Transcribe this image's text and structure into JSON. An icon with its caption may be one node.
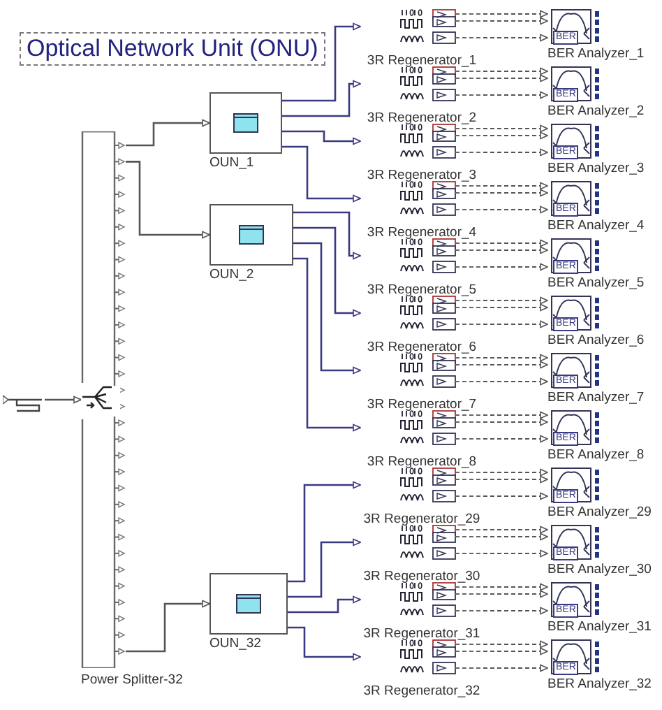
{
  "diagram": {
    "title": "Optical Network Unit (ONU)",
    "nodes": [
      {
        "text": [],
        "shape": "picture"
      },
      {
        "text": [],
        "shape": "bar",
        "beside": [
          "Power Splitter-32"
        ]
      },
      {
        "text": [
          "OUN_1"
        ]
      },
      {
        "text": [
          "OUN_2"
        ]
      },
      {
        "text": [
          "OUN_32"
        ]
      },
      {
        "text": [
          "3R Regenerator_1"
        ]
      },
      {
        "text": [
          "3R Regenerator_2"
        ]
      },
      {
        "text": [
          "3R Regenerator_3"
        ]
      },
      {
        "text": [
          "3R Regenerator_4"
        ]
      },
      {
        "text": [
          "3R Regenerator_5"
        ]
      },
      {
        "text": [
          "3R Regenerator_6"
        ]
      },
      {
        "text": [
          "3R Regenerator_7"
        ]
      },
      {
        "text": [
          "3R Regenerator_8"
        ]
      },
      {
        "text": [
          "3R Regenerator_29"
        ]
      },
      {
        "text": [
          "3R Regenerator_30"
        ]
      },
      {
        "text": [
          "3R Regenerator_31"
        ]
      },
      {
        "text": [
          "3R Regenerator_32"
        ]
      },
      {
        "text": [
          "BER",
          "BER Analyzer_1"
        ]
      },
      {
        "text": [
          "BER",
          "BER Analyzer_2"
        ]
      },
      {
        "text": [
          "BER",
          "BER Analyzer_3"
        ]
      },
      {
        "text": [
          "BER",
          "BER Analyzer_4"
        ]
      },
      {
        "text": [
          "BER",
          "BER Analyzer_5"
        ]
      },
      {
        "text": [
          "BER",
          "BER Analyzer_6"
        ]
      },
      {
        "text": [
          "BER",
          "BER Analyzer_7"
        ]
      },
      {
        "text": [
          "BER",
          "BER Analyzer_8"
        ]
      },
      {
        "text": [
          "BER",
          "BER Analyzer_29"
        ]
      },
      {
        "text": [
          "BER",
          "BER Analyzer_30"
        ]
      },
      {
        "text": [
          "BER",
          "BER Analyzer_31"
        ]
      },
      {
        "text": [
          "BER",
          "BER Analyzer_32"
        ]
      }
    ],
    "edges": [
      {
        "from": 0,
        "to": 1,
        "arrow": "to"
      },
      {
        "from": 1,
        "to": 2,
        "arrow": "to"
      },
      {
        "from": 1,
        "to": 3,
        "arrow": "to"
      },
      {
        "from": 1,
        "to": 4,
        "arrow": "to"
      },
      {
        "from": 2,
        "to": 5,
        "arrow": "to",
        "color": "#3a3a80"
      },
      {
        "from": 2,
        "to": 6,
        "arrow": "to",
        "color": "#3a3a80"
      },
      {
        "from": 2,
        "to": 7,
        "arrow": "to",
        "color": "#3a3a80"
      },
      {
        "from": 2,
        "to": 8,
        "arrow": "to",
        "color": "#3a3a80"
      },
      {
        "from": 3,
        "to": 9,
        "arrow": "to",
        "color": "#3a3a80"
      },
      {
        "from": 3,
        "to": 10,
        "arrow": "to",
        "color": "#3a3a80"
      },
      {
        "from": 3,
        "to": 11,
        "arrow": "to",
        "color": "#3a3a80"
      },
      {
        "from": 3,
        "to": 12,
        "arrow": "to",
        "color": "#3a3a80"
      },
      {
        "from": 4,
        "to": 13,
        "arrow": "to",
        "color": "#3a3a80"
      },
      {
        "from": 4,
        "to": 14,
        "arrow": "to",
        "color": "#3a3a80"
      },
      {
        "from": 4,
        "to": 15,
        "arrow": "to",
        "color": "#3a3a80"
      },
      {
        "from": 4,
        "to": 16,
        "arrow": "to",
        "color": "#3a3a80"
      },
      {
        "from": 5,
        "to": 17,
        "arrow": "to",
        "style": "dashed"
      },
      {
        "from": 5,
        "to": 17,
        "arrow": "to",
        "style": "dashed"
      },
      {
        "from": 5,
        "to": 17,
        "arrow": "to",
        "style": "dashed"
      },
      {
        "from": 6,
        "to": 18,
        "arrow": "to",
        "style": "dashed"
      },
      {
        "from": 6,
        "to": 18,
        "arrow": "to",
        "style": "dashed"
      },
      {
        "from": 6,
        "to": 18,
        "arrow": "to",
        "style": "dashed"
      },
      {
        "from": 7,
        "to": 19,
        "arrow": "to",
        "style": "dashed"
      },
      {
        "from": 7,
        "to": 19,
        "arrow": "to",
        "style": "dashed"
      },
      {
        "from": 7,
        "to": 19,
        "arrow": "to",
        "style": "dashed"
      },
      {
        "from": 8,
        "to": 20,
        "arrow": "to",
        "style": "dashed"
      },
      {
        "from": 8,
        "to": 20,
        "arrow": "to",
        "style": "dashed"
      },
      {
        "from": 8,
        "to": 20,
        "arrow": "to",
        "style": "dashed"
      },
      {
        "from": 9,
        "to": 21,
        "arrow": "to",
        "style": "dashed"
      },
      {
        "from": 9,
        "to": 21,
        "arrow": "to",
        "style": "dashed"
      },
      {
        "from": 9,
        "to": 21,
        "arrow": "to",
        "style": "dashed"
      },
      {
        "from": 10,
        "to": 22,
        "arrow": "to",
        "style": "dashed"
      },
      {
        "from": 10,
        "to": 22,
        "arrow": "to",
        "style": "dashed"
      },
      {
        "from": 10,
        "to": 22,
        "arrow": "to",
        "style": "dashed"
      },
      {
        "from": 11,
        "to": 23,
        "arrow": "to",
        "style": "dashed"
      },
      {
        "from": 11,
        "to": 23,
        "arrow": "to",
        "style": "dashed"
      },
      {
        "from": 11,
        "to": 23,
        "arrow": "to",
        "style": "dashed"
      },
      {
        "from": 12,
        "to": 24,
        "arrow": "to",
        "style": "dashed"
      },
      {
        "from": 12,
        "to": 24,
        "arrow": "to",
        "style": "dashed"
      },
      {
        "from": 12,
        "to": 24,
        "arrow": "to",
        "style": "dashed"
      },
      {
        "from": 13,
        "to": 25,
        "arrow": "to",
        "style": "dashed"
      },
      {
        "from": 13,
        "to": 25,
        "arrow": "to",
        "style": "dashed"
      },
      {
        "from": 13,
        "to": 25,
        "arrow": "to",
        "style": "dashed"
      },
      {
        "from": 14,
        "to": 26,
        "arrow": "to",
        "style": "dashed"
      },
      {
        "from": 14,
        "to": 26,
        "arrow": "to",
        "style": "dashed"
      },
      {
        "from": 14,
        "to": 26,
        "arrow": "to",
        "style": "dashed"
      },
      {
        "from": 15,
        "to": 27,
        "arrow": "to",
        "style": "dashed"
      },
      {
        "from": 15,
        "to": 27,
        "arrow": "to",
        "style": "dashed"
      },
      {
        "from": 15,
        "to": 27,
        "arrow": "to",
        "style": "dashed"
      },
      {
        "from": 16,
        "to": 28,
        "arrow": "to",
        "style": "dashed"
      },
      {
        "from": 16,
        "to": 28,
        "arrow": "to",
        "style": "dashed"
      },
      {
        "from": 16,
        "to": 28,
        "arrow": "to",
        "style": "dashed"
      }
    ]
  }
}
